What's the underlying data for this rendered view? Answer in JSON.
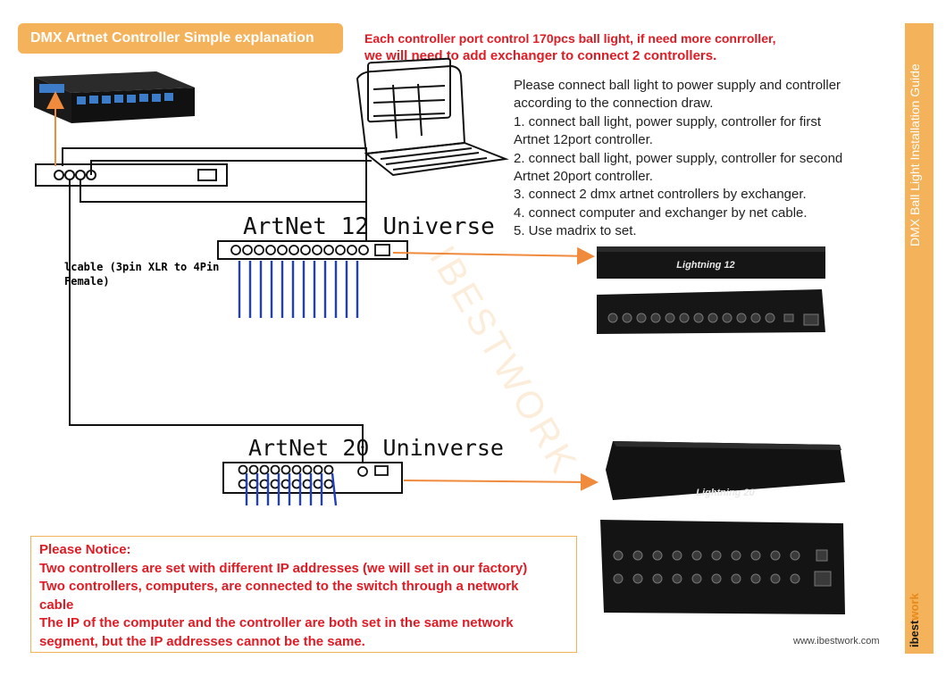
{
  "header": {
    "title": "DMX Artnet Controller Simple explanation",
    "note_line1": "Each controller port control 170pcs ball light, if need more conrroller,",
    "note_line2": "we will need to add exchanger to connect 2 controllers."
  },
  "instructions": [
    "Please connect ball light to power supply and controller",
    "according to the connection draw.",
    "1. connect ball light, power supply, controller for first",
    "Artnet 12port controller.",
    "2. connect ball light, power supply, controller for second",
    "Artnet 20port controller.",
    "3. connect 2 dmx artnet controllers by exchanger.",
    "4. connect computer and exchanger by net cable.",
    "5. Use madrix to set."
  ],
  "diagram": {
    "label_12": "ArtNet 12 Universe",
    "label_20": "ArtNet 20 Uninverse",
    "cable_line1": "lcable (3pin XLR to 4Pin",
    "cable_line2": "Female)",
    "device_12_name": "Lightning 12",
    "device_20_name": "Lightning 20",
    "watermark": "IBESTWORK",
    "colors": {
      "arrow": "#f08a3c",
      "cable": "#1f3fbf",
      "accent": "#f4b25a",
      "notice": "#e01b24"
    }
  },
  "notice": {
    "heading": "Please Notice:",
    "line1": "Two controllers are set with different IP addresses (we will set in our factory)",
    "line2": "Two controllers, computers, are connected to the switch through a network",
    "line3": "cable",
    "line4": "The IP of the computer and the controller are both set in the same network",
    "line5": "segment, but the IP addresses cannot be the same."
  },
  "sidebar": {
    "title": "DMX Ball Light Installation Guide",
    "logo_main": "ibest",
    "logo_accent": "work"
  },
  "footer": {
    "website": "www.ibestwork.com"
  }
}
